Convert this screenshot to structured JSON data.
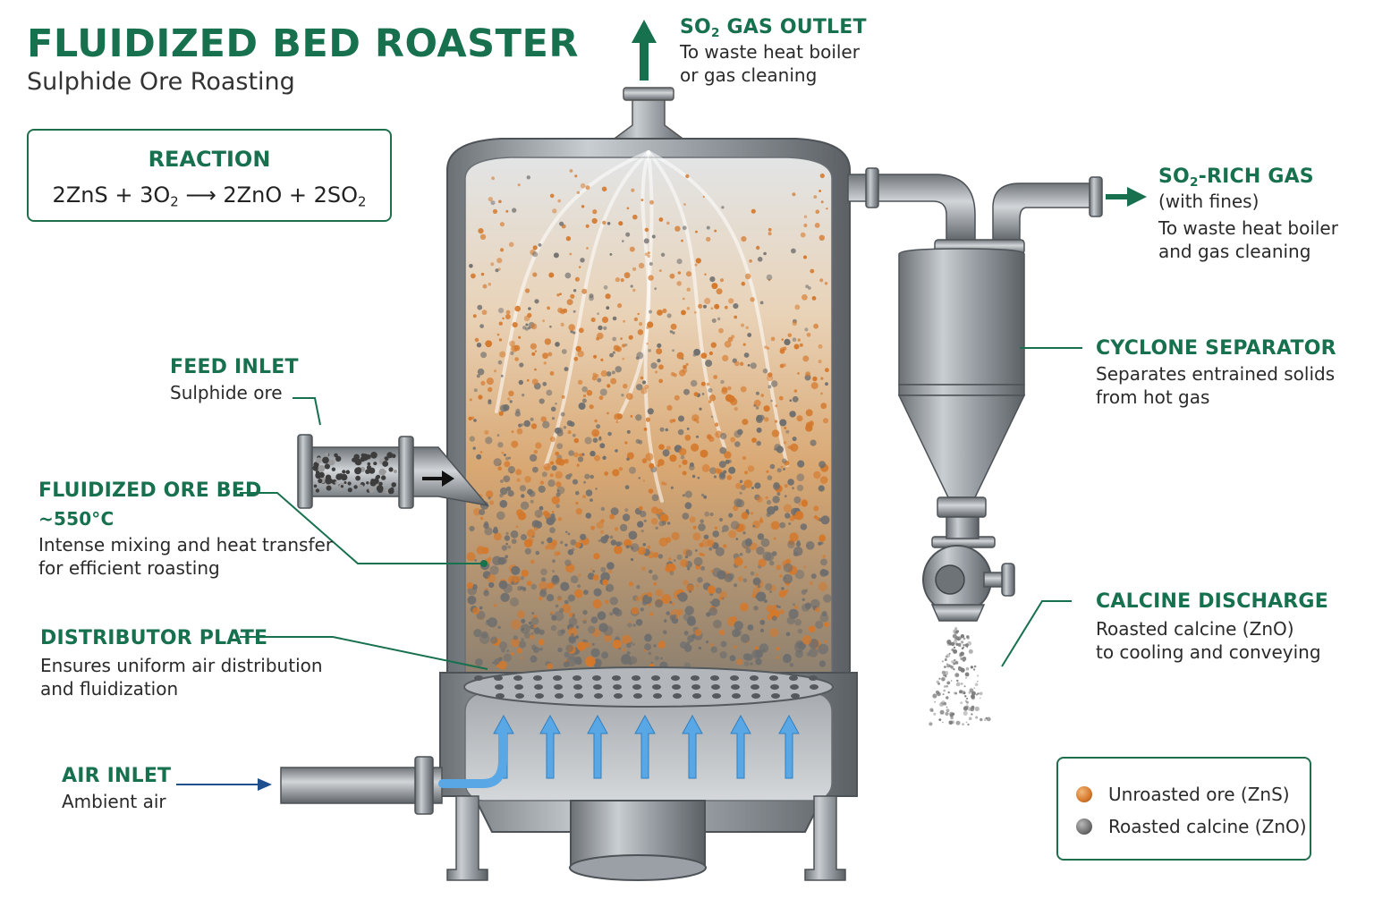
{
  "title": "FLUIDIZED BED ROASTER",
  "subtitle": "Sulphide Ore Roasting",
  "reaction": {
    "heading": "REACTION",
    "lhs_1": "2ZnS + 3O",
    "lhs_1_sub": "2",
    "arrow": "⟶",
    "rhs_1": "2ZnO + 2SO",
    "rhs_1_sub": "2"
  },
  "labels": {
    "gas_outlet": {
      "head_pre": "SO",
      "head_sub": "2",
      "head_post": " GAS OUTLET",
      "line1": "To waste heat boiler",
      "line2": "or gas cleaning"
    },
    "rich_gas": {
      "head_pre": "SO",
      "head_sub": "2",
      "head_post": "-RICH GAS",
      "line1": "(with fines)",
      "line2": "To waste heat boiler",
      "line3": "and gas cleaning"
    },
    "cyclone": {
      "head": "CYCLONE SEPARATOR",
      "line1": "Separates entrained solids",
      "line2": "from hot gas"
    },
    "feed": {
      "head": "FEED INLET",
      "line1": "Sulphide ore"
    },
    "bed": {
      "head": "FLUIDIZED ORE BED",
      "temp": "~550°C",
      "line1": "Intense mixing and heat transfer",
      "line2": "for efficient roasting"
    },
    "distributor": {
      "head": "DISTRIBUTOR PLATE",
      "line1": "Ensures uniform air distribution",
      "line2": "and fluidization"
    },
    "air": {
      "head": "AIR INLET",
      "line1": "Ambient air"
    },
    "calcine": {
      "head": "CALCINE DISCHARGE",
      "line1": "Roasted calcine (ZnO)",
      "line2": "to cooling and conveying"
    }
  },
  "legend": [
    {
      "label": "Unroasted ore (ZnS)",
      "color": "#d4782b"
    },
    {
      "label": "Roasted calcine (ZnO)",
      "color": "#6e6e6e"
    }
  ],
  "colors": {
    "accent_green": "#17704e",
    "air_arrow_blue": "#5aa7e6",
    "steel": "#8c9297"
  }
}
